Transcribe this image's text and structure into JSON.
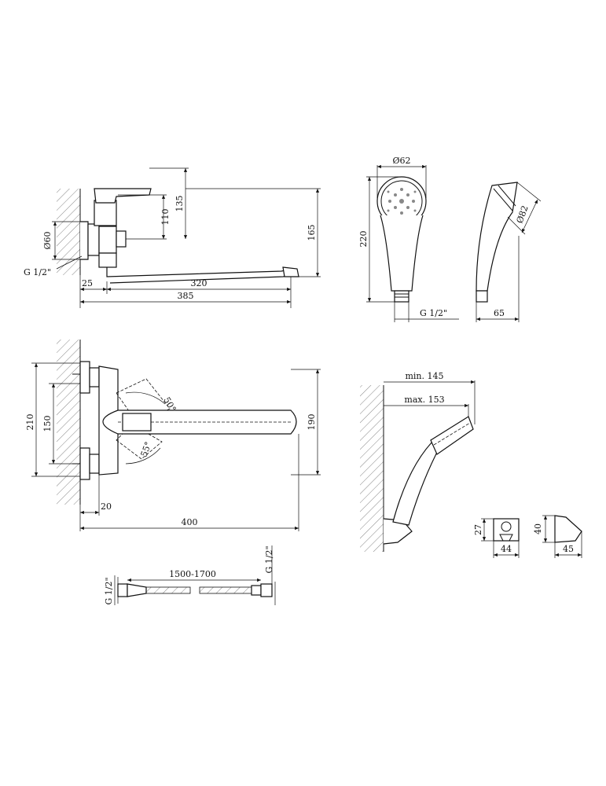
{
  "labels": {
    "side_view": {
      "h110": "110",
      "h135": "135",
      "h165": "165",
      "d60": "Ø60",
      "g12": "G 1/2\"",
      "w25": "25",
      "w320": "320",
      "w385": "385"
    },
    "top_view": {
      "h210": "210",
      "h150": "150",
      "h190": "190",
      "a50": "50°",
      "a55": "55°",
      "w20": "20",
      "w400": "400"
    },
    "hand_shower": {
      "d62": "Ø62",
      "h220": "220",
      "g12": "G 1/2\"",
      "d82": "Ø82",
      "w65": "65"
    },
    "holder_view": {
      "min145": "min. 145",
      "max153": "max. 153"
    },
    "bracket": {
      "h27": "27",
      "w44": "44",
      "h40": "40",
      "w45": "45"
    },
    "hose": {
      "g12_left": "G 1/2\"",
      "length": "1500-1700",
      "g12_right": "G 1/2\""
    }
  }
}
